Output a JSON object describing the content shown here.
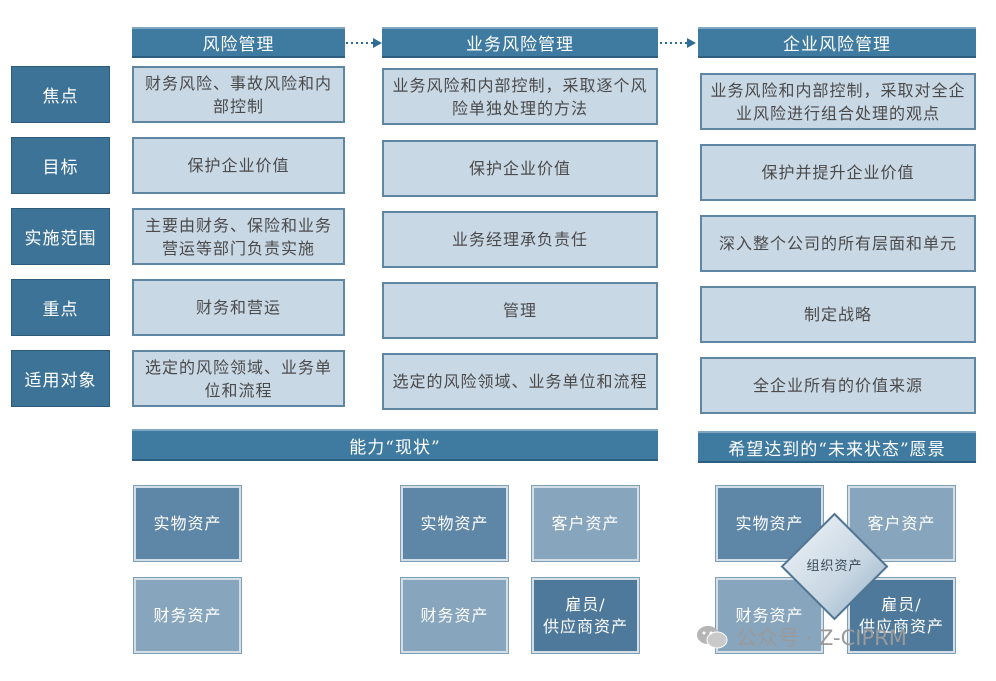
{
  "columns": {
    "risk": "风险管理",
    "business": "业务风险管理",
    "enterprise": "企业风险管理"
  },
  "rows": [
    {
      "label": "焦点",
      "risk": "财务风险、事故风险和内部控制",
      "business": "业务风险和内部控制，采取逐个风险单独处理的方法",
      "enterprise": "业务风险和内部控制，采取对全企业风险进行组合处理的观点"
    },
    {
      "label": "目标",
      "risk": "保护企业价值",
      "business": "保护企业价值",
      "enterprise": "保护并提升企业价值"
    },
    {
      "label": "实施范围",
      "risk": "主要由财务、保险和业务营运等部门负责实施",
      "business": "业务经理承负责任",
      "enterprise": "深入整个公司的所有层面和单元"
    },
    {
      "label": "重点",
      "risk": "财务和营运",
      "business": "管理",
      "enterprise": "制定战略"
    },
    {
      "label": "适用对象",
      "risk": "选定的风险领域、业务单位和流程",
      "business": "选定的风险领域、业务单位和流程",
      "enterprise": "全企业所有的价值来源"
    }
  ],
  "bands": {
    "current": "能力“现状”",
    "future": "希望达到的“未来状态”愿景"
  },
  "assets": {
    "physical": "实物资产",
    "financial": "财务资产",
    "customer": "客户资产",
    "employee_line1": "雇员/",
    "employee_line2": "供应商资产",
    "organization": "组织资产"
  },
  "watermark": "公众号 · Z-CIPRM"
}
